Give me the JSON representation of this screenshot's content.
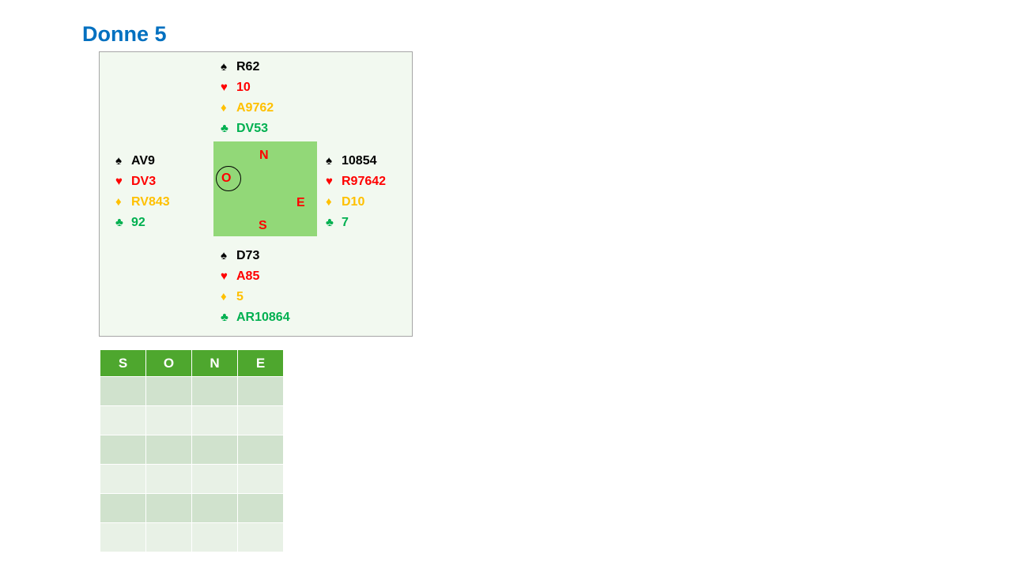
{
  "title": "Donne 5",
  "suit_symbols": {
    "spade": "♠",
    "heart": "♥",
    "diamond": "♦",
    "club": "♣"
  },
  "colors": {
    "spade": "#000000",
    "heart": "#ff0000",
    "diamond": "#ffc000",
    "club": "#00b050",
    "title": "#0070c0",
    "compass": "#92d878",
    "header": "#4ea72e"
  },
  "hands": {
    "north": {
      "spade": "R62",
      "heart": "10",
      "diamond": "A9762",
      "club": "DV53"
    },
    "west": {
      "spade": "AV9",
      "heart": "DV3",
      "diamond": "RV843",
      "club": "92"
    },
    "east": {
      "spade": "10854",
      "heart": "R97642",
      "diamond": "D10",
      "club": "7"
    },
    "south": {
      "spade": "D73",
      "heart": "A85",
      "diamond": "5",
      "club": "AR10864"
    }
  },
  "compass": {
    "north": "N",
    "west": "O",
    "east": "E",
    "south": "S",
    "dealer": "O"
  },
  "bidding": {
    "headers": [
      "S",
      "O",
      "N",
      "E"
    ],
    "rows": [
      [
        "",
        "",
        "",
        ""
      ],
      [
        "",
        "",
        "",
        ""
      ],
      [
        "",
        "",
        "",
        ""
      ],
      [
        "",
        "",
        "",
        ""
      ],
      [
        "",
        "",
        "",
        ""
      ],
      [
        "",
        "",
        "",
        ""
      ]
    ]
  }
}
